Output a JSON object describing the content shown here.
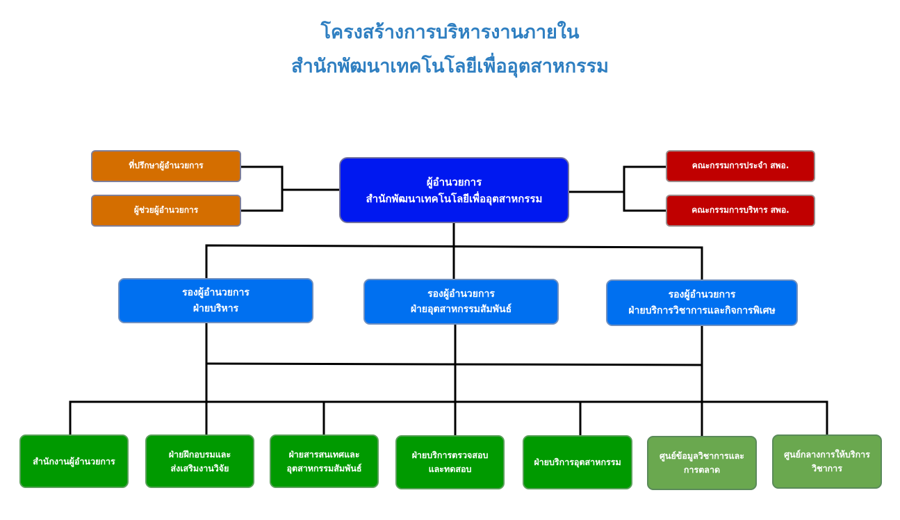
{
  "header": {
    "line1": "โครงสร้างการบริหารงานภายใน",
    "line2": "สำนักพัฒนาเทคโนโลยีเพื่ออุตสาหกรรม"
  },
  "director": {
    "line1": "ผู้อำนวยการ",
    "line2": "สำนักพัฒนาเทคโนโลยีเพื่ออุตสาหกรรม"
  },
  "advisors": [
    {
      "label": "ที่ปรึกษาผู้อำนวยการ"
    },
    {
      "label": "ผู้ช่วยผู้อำนวยการ"
    }
  ],
  "committees": [
    {
      "label": "คณะกรรมการประจำ สพอ."
    },
    {
      "label": "คณะกรรมการบริหาร สพอ."
    }
  ],
  "deputies": [
    {
      "line1": "รองผู้อำนวยการ",
      "line2": "ฝ่ายบริหาร"
    },
    {
      "line1": "รองผู้อำนวยการ",
      "line2": "ฝ่ายอุตสาหกรรมสัมพันธ์"
    },
    {
      "line1": "รองผู้อำนวยการ",
      "line2": "ฝ่ายบริการวิชาการและกิจการพิเศษ"
    }
  ],
  "units": [
    {
      "line1": "สำนักงานผู้อำนวยการ",
      "line2": ""
    },
    {
      "line1": "ฝ่ายฝึกอบรมและ",
      "line2": "ส่งเสริมงานวิจัย"
    },
    {
      "line1": "ฝ่ายสารสนเทศและ",
      "line2": "อุตสาหกรรมสัมพันธ์"
    },
    {
      "line1": "ฝ่ายบริการตรวจสอบ",
      "line2": "และทดสอบ"
    },
    {
      "line1": "ฝ่ายบริการอุตสาหกรรม",
      "line2": ""
    },
    {
      "line1": "ศูนย์ข้อมูลวิชาการและ",
      "line2": "การตลาด"
    },
    {
      "line1": "ศูนย์กลางการให้บริการ",
      "line2": "วิชาการ"
    }
  ],
  "colors": {
    "title": "#2f7fc1",
    "director": "#0018f0",
    "deputy": "#0070f0",
    "advisor": "#d46e00",
    "committee": "#c00000",
    "unit": "#009a00",
    "unit_light": "#6aa84f"
  }
}
